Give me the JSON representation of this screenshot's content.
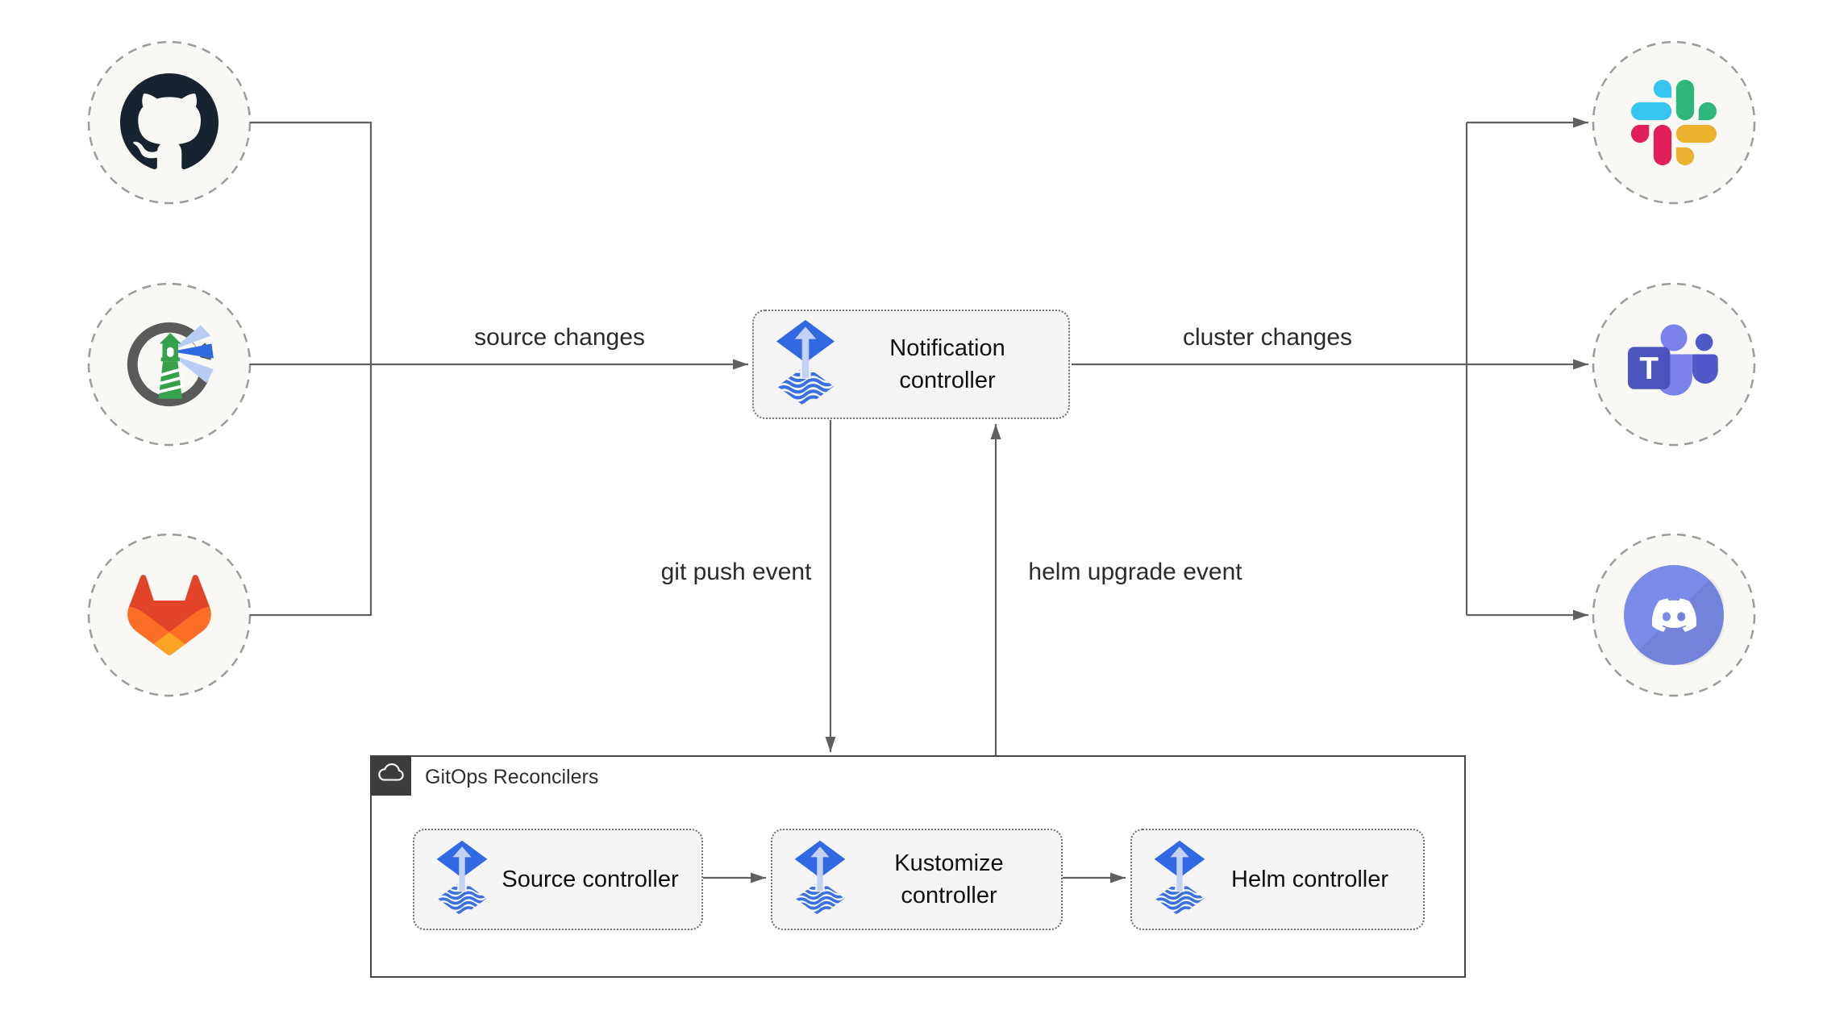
{
  "diagram": {
    "sources": [
      {
        "icon": "github-icon"
      },
      {
        "icon": "harbor-icon"
      },
      {
        "icon": "gitlab-icon"
      }
    ],
    "notification": {
      "label": "Notification controller",
      "icon": "flux-icon"
    },
    "targets": [
      {
        "icon": "slack-icon"
      },
      {
        "icon": "microsoft-teams-icon"
      },
      {
        "icon": "discord-icon"
      }
    ],
    "edges": {
      "source_changes": "source changes",
      "cluster_changes": "cluster changes",
      "git_push_event": "git push event",
      "helm_upgrade_event": "helm upgrade event"
    },
    "reconcilers": {
      "title": "GitOps Reconcilers",
      "badge_icon": "cloud-icon",
      "controllers": [
        {
          "label": "Source controller",
          "icon": "flux-icon"
        },
        {
          "label": "Kustomize controller",
          "icon": "flux-icon"
        },
        {
          "label": "Helm controller",
          "icon": "flux-icon"
        }
      ]
    },
    "teams_letter": "T",
    "colors": {
      "flux_blue": "#3069e2",
      "flux_light_arrow": "#c3d2f2",
      "line_gray": "#5f5f5f",
      "node_fill": "#f5f5f5",
      "circle_fill": "#f9f8f5",
      "circle_dash": "#9c9c9c",
      "container_border": "#474747",
      "slack_blue": "#36C5F0",
      "slack_green": "#2EB67D",
      "slack_yellow": "#ECB22E",
      "slack_red": "#E01E5A",
      "teams_dark": "#4B53BC",
      "teams_light": "#7B83EB",
      "teams_mid": "#5059C9",
      "discord_blurple": "#7B8CE8",
      "gitlab_red": "#E24329",
      "gitlab_orange": "#FC6D26",
      "gitlab_yellow": "#FCA326",
      "harbor_green": "#35A14B",
      "harbor_gray": "#5A5A5A",
      "github_dark": "#17232E"
    }
  }
}
